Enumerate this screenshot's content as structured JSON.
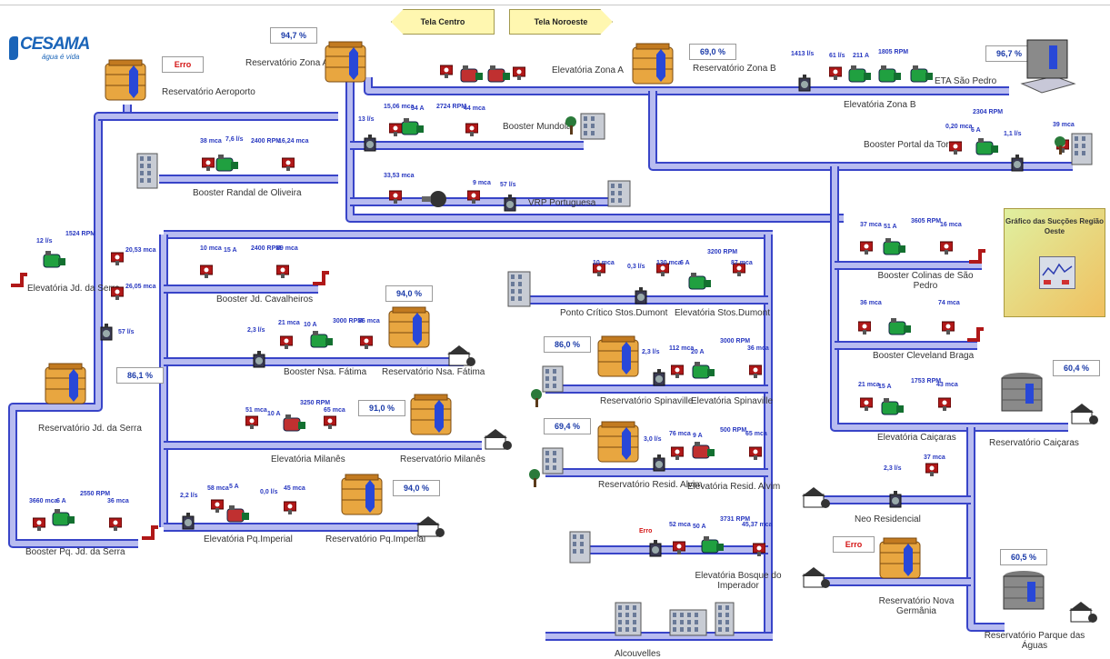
{
  "nav": {
    "left": "Tela Centro",
    "right": "Tela Noroeste"
  },
  "logo": {
    "name": "CESAMA",
    "tagline": "água é vida"
  },
  "chart_button": {
    "label": "Gráfico das Sucções Região Oeste"
  },
  "labels": {
    "res_aeroporto": "Reservatório Aeroporto",
    "res_zona_a": "Reservatório Zona A",
    "elev_zona_a": "Elevatória Zona A",
    "res_zona_b": "Reservatório Zona B",
    "elev_zona_b": "Elevatória Zona B",
    "eta_sao_pedro": "ETA São Pedro",
    "booster_mundola": "Booster Mundola",
    "booster_portal": "Booster Portal da Torre",
    "booster_randal": "Booster Randal de Oliveira",
    "vrp_portuguesa": "VRP Portuguesa",
    "elev_jd_serra": "Elevatória Jd. da Serra",
    "booster_cavalheiros": "Booster Jd. Cavalheiros",
    "booster_nsa_fatima": "Booster Nsa. Fátima",
    "res_nsa_fatima": "Reservatório Nsa. Fátima",
    "res_jd_serra": "Reservatório Jd. da Serra",
    "elev_milanes": "Elevatória Milanês",
    "res_milanes": "Reservatório Milanês",
    "booster_pq_jd_serra": "Booster Pq. Jd. da Serra",
    "elev_pq_imperial": "Elevatória Pq.Imperial",
    "res_pq_imperial": "Reservatório Pq.Imperial",
    "ponto_critico": "Ponto Crítico Stos.Dumont",
    "elev_stos_dumont": "Elevatória Stos.Dumont",
    "res_spinaville": "Reservatório Spinaville",
    "elev_spinaville": "Elevatória Spinaville",
    "res_resid_alvim": "Reservatório Resid. Alvim",
    "elev_resid_alvim": "Elevatória Resid. Alvim",
    "elev_bosque": "Elevatória Bosque do Imperador",
    "alcouvelles": "Alcouvelles",
    "booster_colinas": "Booster Colinas de São Pedro",
    "booster_cleveland": "Booster Cleveland Braga",
    "elev_caiçaras": "Elevatória Caiçaras",
    "res_caiçaras": "Reservatório Caiçaras",
    "neo_residencial": "Neo Residencial",
    "res_nova_germania": "Reservatório Nova Germânia",
    "res_parque_aguas": "Reservatório Parque das Águas"
  },
  "levels": {
    "zona_a": "94,7 %",
    "zona_b": "69,0 %",
    "sao_pedro": "96,7 %",
    "jd_serra": "86,1 %",
    "nsa_fatima": "94,0 %",
    "milanes": "91,0 %",
    "pq_imperial": "94,0 %",
    "spinaville": "86,0 %",
    "resid_alvim": "69,4 %",
    "caiçaras": "60,4 %",
    "parque_aguas": "60,5 %"
  },
  "errors": {
    "aeroporto": "Erro",
    "nova_germania": "Erro",
    "bosque": "Erro"
  },
  "readings": {
    "jd_serra_flow": "12 l/s",
    "jd_serra_rpm": "1524 RPM",
    "jd_serra_p1": "20,53 mca",
    "jd_serra_p2": "26,05 mca",
    "jd_serra_q": "57 l/s",
    "randal_p1": "38 mca",
    "randal_flow": "7,6 l/s",
    "randal_rpm": "2400 RPM",
    "randal_p2": "16,24 mca",
    "mundola_q": "13 l/s",
    "mundola_p1": "15,06 mca",
    "mundola_flow": "34 A",
    "mundola_rpm": "2724 RPM",
    "mundola_p2": "44 mca",
    "vrp_p1": "33,53 mca",
    "vrp_p2": "9 mca",
    "vrp_q": "57 l/s",
    "zona_b_q1": "1413 l/s",
    "zona_b_q2": "61 l/s",
    "zona_b_flow": "211 A",
    "zona_b_rpm": "1805 RPM",
    "portal_p1": "0,20 mca",
    "portal_rpm": "2304 RPM",
    "portal_flow": "6 A",
    "portal_q": "1,1 l/s",
    "portal_p2": "39 mca",
    "cav_p1": "10 mca",
    "cav_flow": "15 A",
    "cav_rpm": "2400 RPM",
    "cav_p2": "89 mca",
    "nsa_q": "2,3 l/s",
    "nsa_p1": "21 mca",
    "nsa_flow": "10 A",
    "nsa_rpm": "3000 RPM",
    "nsa_p2": "36 mca",
    "mil_p1": "51 mca",
    "mil_flow": "10 A",
    "mil_rpm": "3250 RPM",
    "mil_p2": "65 mca",
    "pqs_p1": "3660 mca",
    "pqs_flow": "6 A",
    "pqs_rpm": "2550 RPM",
    "pqs_p2": "36 mca",
    "pqi_q": "2,2 l/s",
    "pqi_p1": "58 mca",
    "pqi_flow": "5 A",
    "pqi_q2": "0,0 l/s",
    "pqi_p2": "45 mca",
    "sd_p1": "10 mca",
    "sd_q": "0,3 l/s",
    "sd_p2": "130 mca",
    "sd_flow": "6 A",
    "sd_rpm": "3200 RPM",
    "sd_p3": "87 mca",
    "sp_q": "2,3 l/s",
    "sp_p1": "112 mca",
    "sp_flow": "20 A",
    "sp_rpm": "3000 RPM",
    "sp_p2": "36 mca",
    "ra_q": "3,0 l/s",
    "ra_p1": "76 mca",
    "ra_flow": "9 A",
    "ra_rpm": "500 RPM",
    "ra_p2": "65 mca",
    "bq_p1": "52 mca",
    "bq_flow": "50 A",
    "bq_rpm": "3731 RPM",
    "bq_p2": "45,37 mca",
    "col_p1": "37 mca",
    "col_flow": "51 A",
    "col_rpm": "3605 RPM",
    "col_p2": "16 mca",
    "cle_p1": "36 mca",
    "cle_p2": "74 mca",
    "cai_p1": "21 mca",
    "cai_flow": "15 A",
    "cai_rpm": "1753 RPM",
    "cai_p2": "43 mca",
    "neo_q": "2,3 l/s",
    "neo_p": "37 mca"
  }
}
